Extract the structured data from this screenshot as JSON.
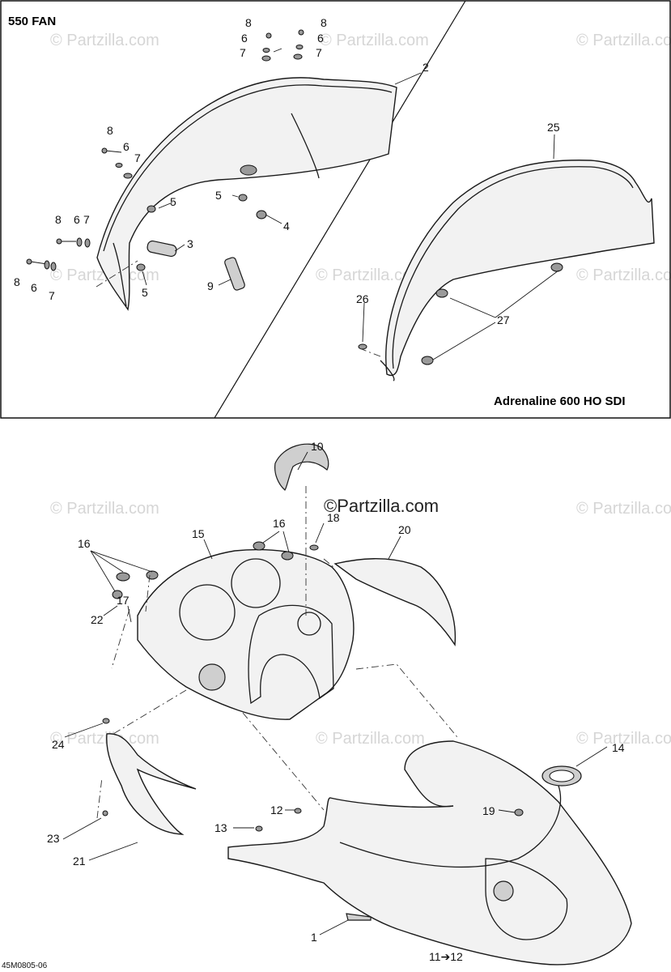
{
  "watermark": "© Partzilla.com",
  "watermark_center": "©Partzilla.com",
  "top_panel": {
    "left_title": "550 FAN",
    "right_title": "Adrenaline 600 HO SDI"
  },
  "drawing_code": "45M0805-06",
  "callouts": {
    "c8a": "8",
    "c6a": "6",
    "c7a": "7",
    "c8b": "8",
    "c6b": "6",
    "c7b": "7",
    "c2": "2",
    "c8c": "8",
    "c6c": "6",
    "c7c": "7",
    "c5a": "5",
    "c5b": "5",
    "c4": "4",
    "c3": "3",
    "c8d": "8",
    "c6d": "6",
    "c7d": "7",
    "c8e": "8",
    "c6e": "6",
    "c7e": "7",
    "c5c": "5",
    "c9": "9",
    "c25": "25",
    "c26": "26",
    "c27": "27",
    "c10": "10",
    "c16a": "16",
    "c18": "18",
    "c15": "15",
    "c16b": "16",
    "c20": "20",
    "c17": "17",
    "c22": "22",
    "c24": "24",
    "c14": "14",
    "c12": "12",
    "c19": "19",
    "c13": "13",
    "c23": "23",
    "c21": "21",
    "c1": "1",
    "c11": "11➔12"
  }
}
